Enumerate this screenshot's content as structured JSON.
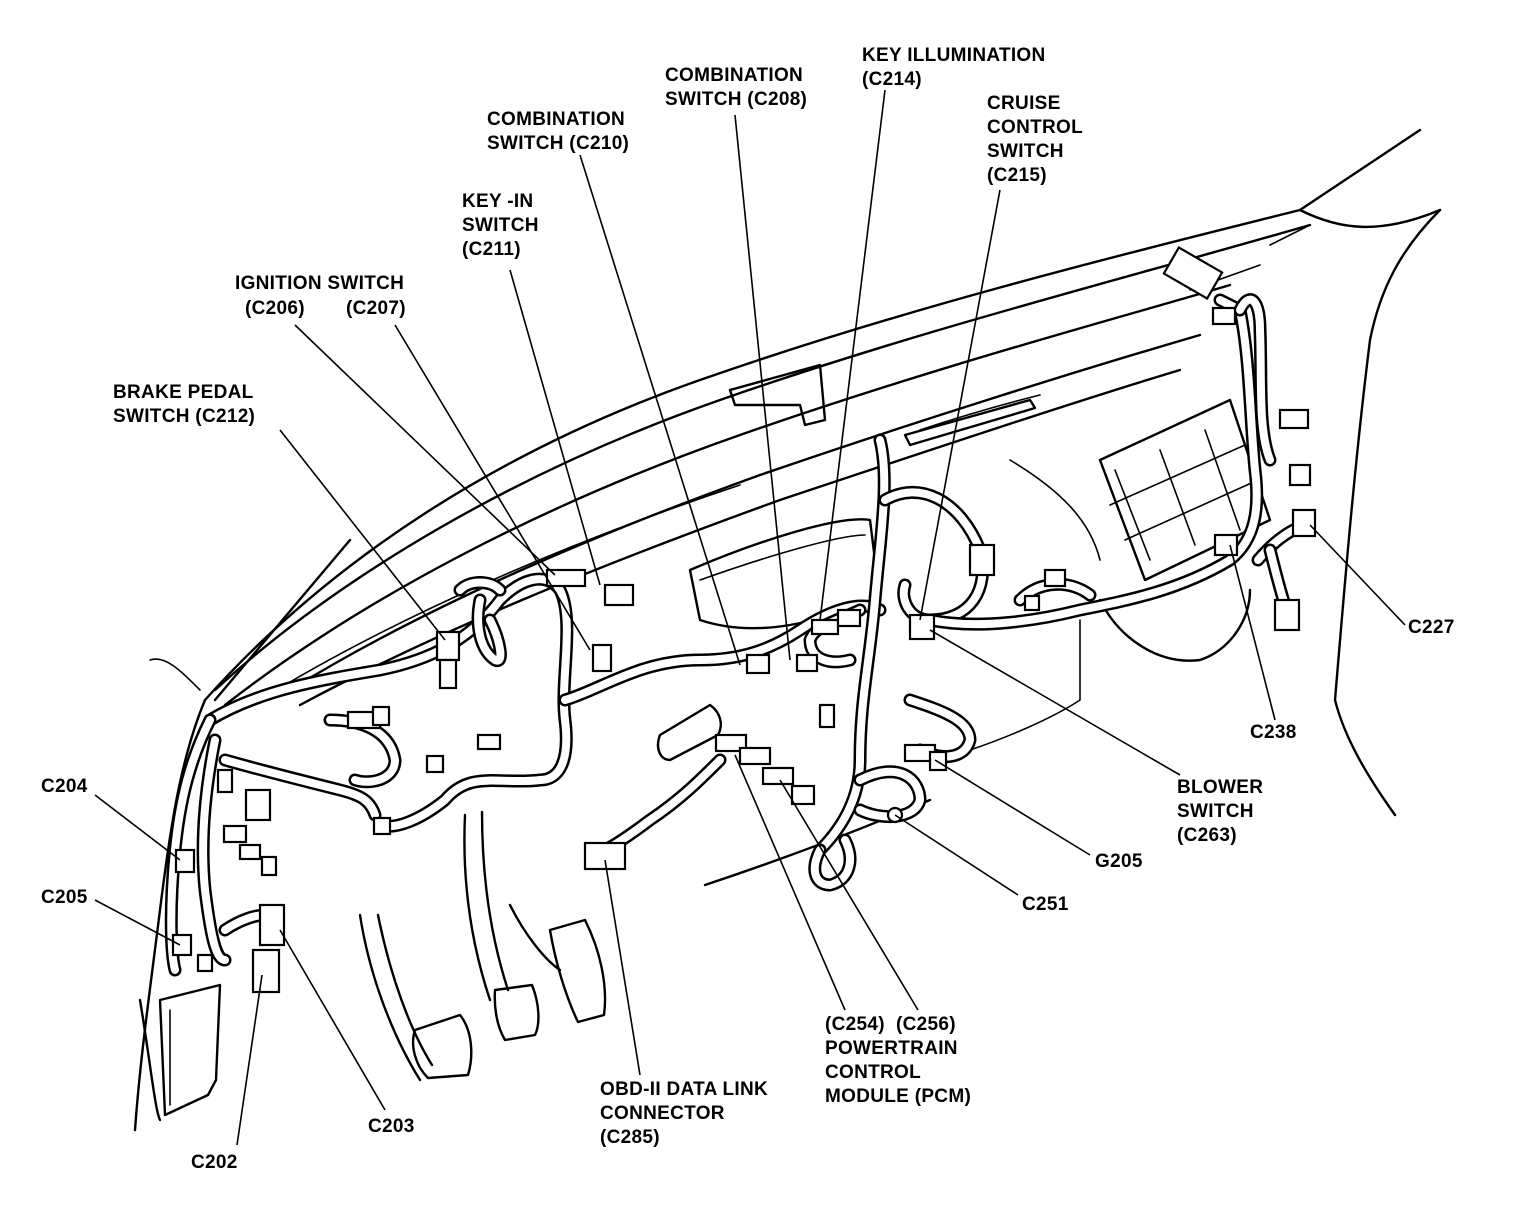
{
  "labels": {
    "key_illumination": [
      "KEY ILLUMINATION",
      "(C214)"
    ],
    "combination_switch_c208": [
      "COMBINATION",
      "SWITCH (C208)"
    ],
    "cruise_control_switch": [
      "CRUISE",
      "CONTROL",
      "SWITCH",
      "(C215)"
    ],
    "combination_switch_c210": [
      "COMBINATION",
      "SWITCH (C210)"
    ],
    "key_in_switch": [
      "KEY -IN",
      "SWITCH",
      "(C211)"
    ],
    "ignition_switch": "IGNITION SWITCH",
    "c206": "(C206)",
    "c207": "(C207)",
    "brake_pedal_switch": [
      "BRAKE PEDAL",
      "SWITCH (C212)"
    ],
    "c227": "C227",
    "c238": "C238",
    "blower_switch": [
      "BLOWER",
      "SWITCH",
      "(C263)"
    ],
    "g205": "G205",
    "c251": "C251",
    "c204": "C204",
    "c205": "C205",
    "c203": "C203",
    "c202": "C202",
    "pcm": [
      "(C254)  (C256)",
      "POWERTRAIN",
      "CONTROL",
      "MODULE (PCM)"
    ],
    "obd": [
      "OBD-II DATA LINK",
      "CONNECTOR",
      "(C285)"
    ]
  }
}
